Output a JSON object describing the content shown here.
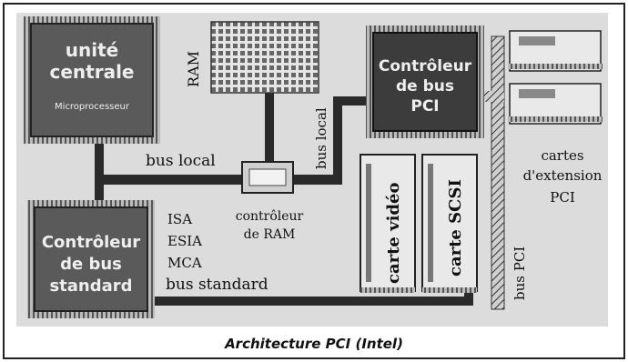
{
  "cpu": {
    "line1": "unité",
    "line2": "centrale",
    "sub": "Microprocesseur"
  },
  "ram_label": "RAM",
  "pci_ctrl": {
    "line1": "Contrôleur",
    "line2": "de bus",
    "line3": "PCI"
  },
  "bus_local_h": "bus local",
  "bus_local_v": "bus local",
  "ram_ctrl": {
    "line1": "contrôleur",
    "line2": "de RAM"
  },
  "std_ctrl": {
    "line1": "Contrôleur",
    "line2": "de bus",
    "line3": "standard"
  },
  "std_bus_types": [
    "ISA",
    "ESIA",
    "MCA"
  ],
  "bus_standard": "bus standard",
  "carte_video": "carte vidéo",
  "carte_scsi": "carte SCSI",
  "bus_pci": "bus PCI",
  "ext_cards": {
    "line1": "cartes",
    "line2": "d'extension",
    "line3": "PCI"
  },
  "caption": "Architecture PCI (Intel)",
  "colors": {
    "chip": "#5a5a5a",
    "bus": "#2a2a2a",
    "board": "#d8d8d8",
    "frame": "#222222"
  }
}
